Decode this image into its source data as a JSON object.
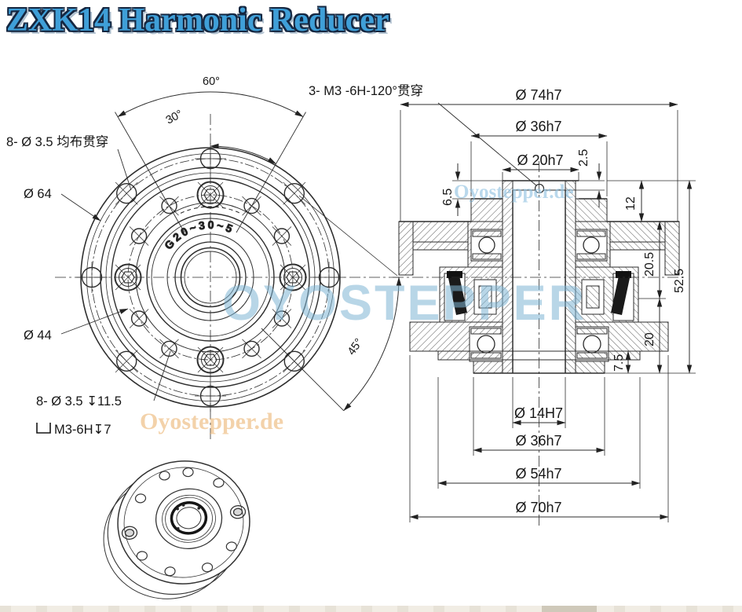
{
  "title": "ZXK14 Harmonic Reducer",
  "watermarks": {
    "big": "OYOSTEPPER",
    "small_blue": "Oyostepper.de",
    "small_orange": "Oyostepper.de"
  },
  "front_view": {
    "angle_60": "60°",
    "angle_30": "30°",
    "angle_45": "45°",
    "label_outer_holes": "8- Ø 3.5 均布贯穿",
    "label_bcd_outer": "Ø 64",
    "label_bcd_inner": "Ø 44",
    "label_cbore_holes": "8- Ø 3.5 ↧11.5",
    "label_cbore_spec": "M3-6H↧7",
    "label_m3_holes": "3- M3 -6H-120°贯穿",
    "hub_marking": "G20~30~5"
  },
  "section_view": {
    "dia_74": "Ø 74h7",
    "dia_36_top": "Ø 36h7",
    "dia_20": "Ø 20h7",
    "dim_2_5": "2.5",
    "dim_6_5": "6.5",
    "dim_12": "12",
    "dim_20_5": "20.5",
    "dim_52_5": "52.5",
    "dim_20": "20",
    "dim_7_5": "7.5",
    "dia_14": "Ø 14H7",
    "dia_36_bottom": "Ø 36h7",
    "dia_54": "Ø 54h7",
    "dia_70": "Ø 70h7"
  }
}
